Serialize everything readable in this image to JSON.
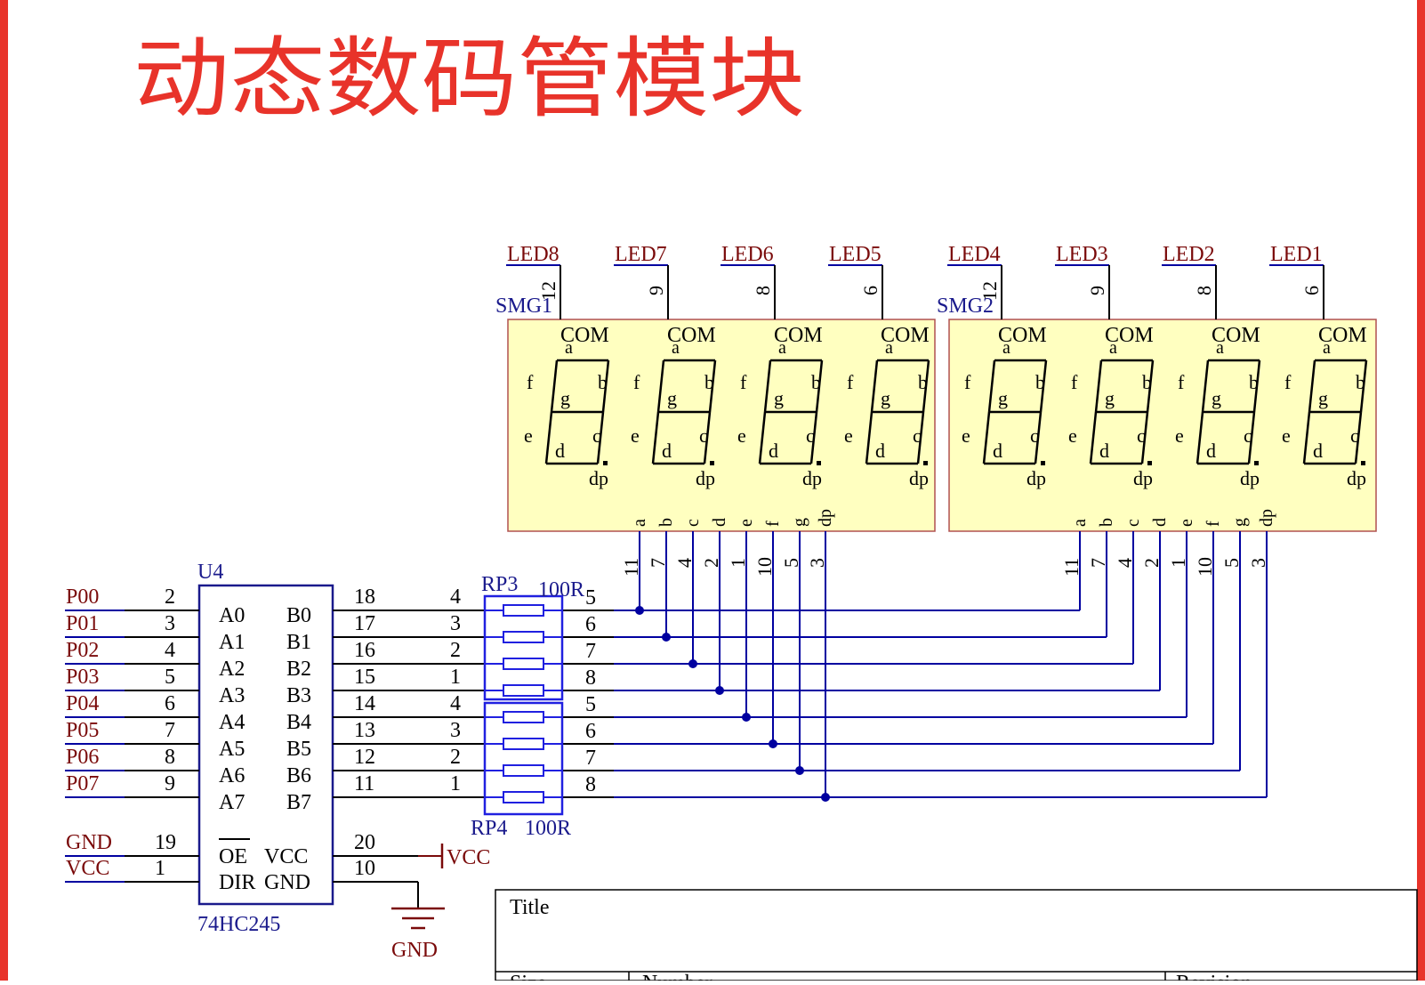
{
  "title": "动态数码管模块",
  "colors": {
    "border": "#e8332a",
    "title": "#e8332a",
    "wire": "#0000a0",
    "part": "#1a1a8c",
    "netlabel": "#7a0a0a",
    "pin": "#a00000",
    "seg_fill": "#ffffc0",
    "seg_stroke": "#b05050",
    "black": "#000000"
  },
  "displays": [
    {
      "designator": "SMG1",
      "digits": [
        {
          "net": "LED8",
          "com_pin": "12"
        },
        {
          "net": "LED7",
          "com_pin": "9"
        },
        {
          "net": "LED6",
          "com_pin": "8"
        },
        {
          "net": "LED5",
          "com_pin": "6"
        }
      ]
    },
    {
      "designator": "SMG2",
      "digits": [
        {
          "net": "LED4",
          "com_pin": "12"
        },
        {
          "net": "LED3",
          "com_pin": "9"
        },
        {
          "net": "LED2",
          "com_pin": "8"
        },
        {
          "net": "LED1",
          "com_pin": "6"
        }
      ]
    }
  ],
  "digit_labels": {
    "com": "COM",
    "a": "a",
    "b": "b",
    "c": "c",
    "d": "d",
    "e": "e",
    "f": "f",
    "g": "g",
    "dp": "dp"
  },
  "segment_pins": [
    {
      "seg": "a",
      "pin": "11"
    },
    {
      "seg": "b",
      "pin": "7"
    },
    {
      "seg": "c",
      "pin": "4"
    },
    {
      "seg": "d",
      "pin": "2"
    },
    {
      "seg": "e",
      "pin": "1"
    },
    {
      "seg": "f",
      "pin": "10"
    },
    {
      "seg": "g",
      "pin": "5"
    },
    {
      "seg": "dp",
      "pin": "3"
    }
  ],
  "buffer": {
    "designator": "U4",
    "part": "74HC245",
    "rows": [
      {
        "net": "P00",
        "in_pin": "2",
        "a": "A0",
        "b": "B0",
        "out_pin": "18",
        "rp_in": "4",
        "rp_out": "5"
      },
      {
        "net": "P01",
        "in_pin": "3",
        "a": "A1",
        "b": "B1",
        "out_pin": "17",
        "rp_in": "3",
        "rp_out": "6"
      },
      {
        "net": "P02",
        "in_pin": "4",
        "a": "A2",
        "b": "B2",
        "out_pin": "16",
        "rp_in": "2",
        "rp_out": "7"
      },
      {
        "net": "P03",
        "in_pin": "5",
        "a": "A3",
        "b": "B3",
        "out_pin": "15",
        "rp_in": "1",
        "rp_out": "8"
      },
      {
        "net": "P04",
        "in_pin": "6",
        "a": "A4",
        "b": "B4",
        "out_pin": "14",
        "rp_in": "4",
        "rp_out": "5"
      },
      {
        "net": "P05",
        "in_pin": "7",
        "a": "A5",
        "b": "B5",
        "out_pin": "13",
        "rp_in": "3",
        "rp_out": "6"
      },
      {
        "net": "P06",
        "in_pin": "8",
        "a": "A6",
        "b": "B6",
        "out_pin": "12",
        "rp_in": "2",
        "rp_out": "7"
      },
      {
        "net": "P07",
        "in_pin": "9",
        "a": "A7",
        "b": "B7",
        "out_pin": "11",
        "rp_in": "1",
        "rp_out": "8"
      }
    ],
    "power": [
      {
        "net": "GND",
        "in_pin": "19",
        "a": "OE",
        "b": "VCC",
        "out_pin": "20"
      },
      {
        "net": "VCC",
        "in_pin": "1",
        "a": "DIR",
        "b": "GND",
        "out_pin": "10"
      }
    ]
  },
  "resistor_arrays": [
    {
      "designator": "RP3",
      "value": "100R"
    },
    {
      "designator": "RP4",
      "value": "100R"
    }
  ],
  "power_symbols": {
    "vcc": "VCC",
    "gnd": "GND"
  },
  "title_block": {
    "title": "Title",
    "size": "Size",
    "number": "Number",
    "revision": "Revision"
  }
}
